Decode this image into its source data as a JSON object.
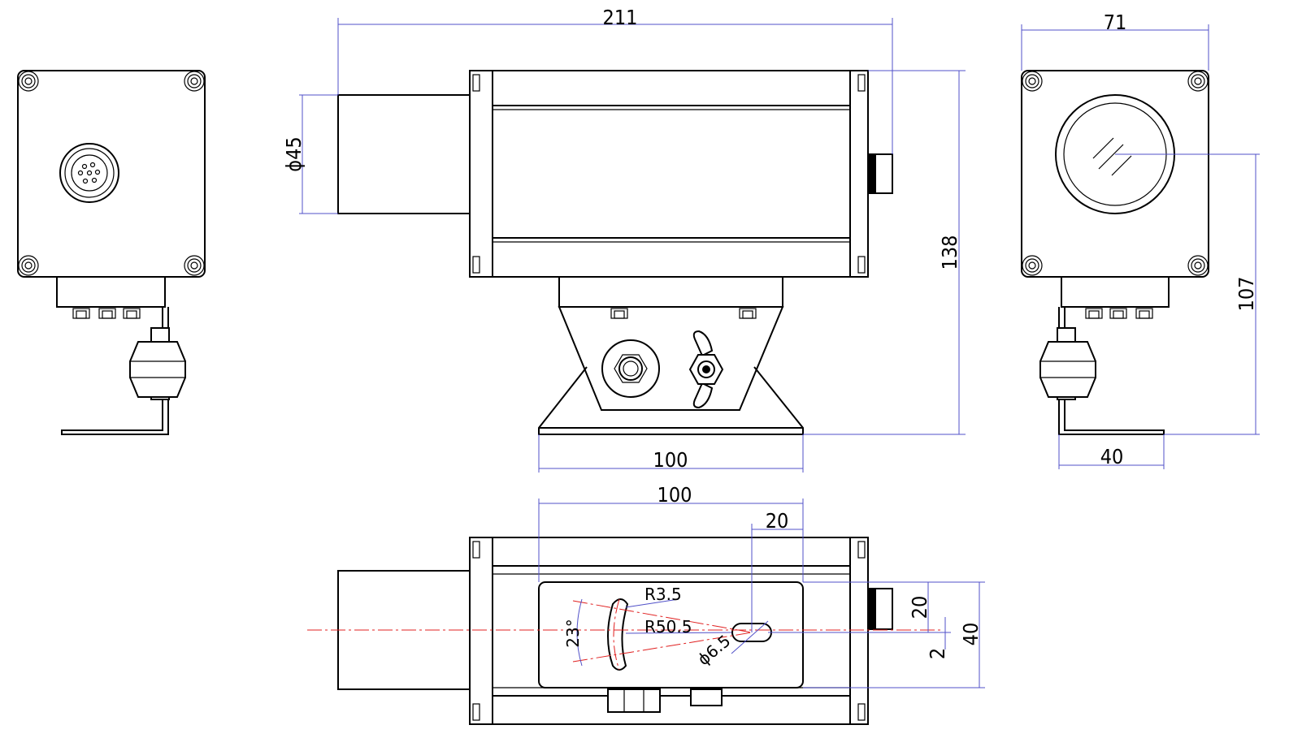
{
  "drawing": {
    "dimensions": {
      "overall_length": "211",
      "lens_diameter": "ϕ45",
      "overall_height": "138",
      "side_width": "71",
      "side_height": "107",
      "bracket_width": "40",
      "base_width": "100",
      "bottom_plate_width": "100",
      "hole_offset_x": "20",
      "hole_offset_y": "20",
      "plate_depth": "40",
      "center_offset": "2",
      "slot_radius": "R3.5",
      "arc_radius": "R50.5",
      "arc_angle": "23°",
      "hole_diameter": "ϕ6.5"
    },
    "colors": {
      "outline": "#000000",
      "dimension": "#5050c8",
      "centerline": "#e02020"
    }
  }
}
